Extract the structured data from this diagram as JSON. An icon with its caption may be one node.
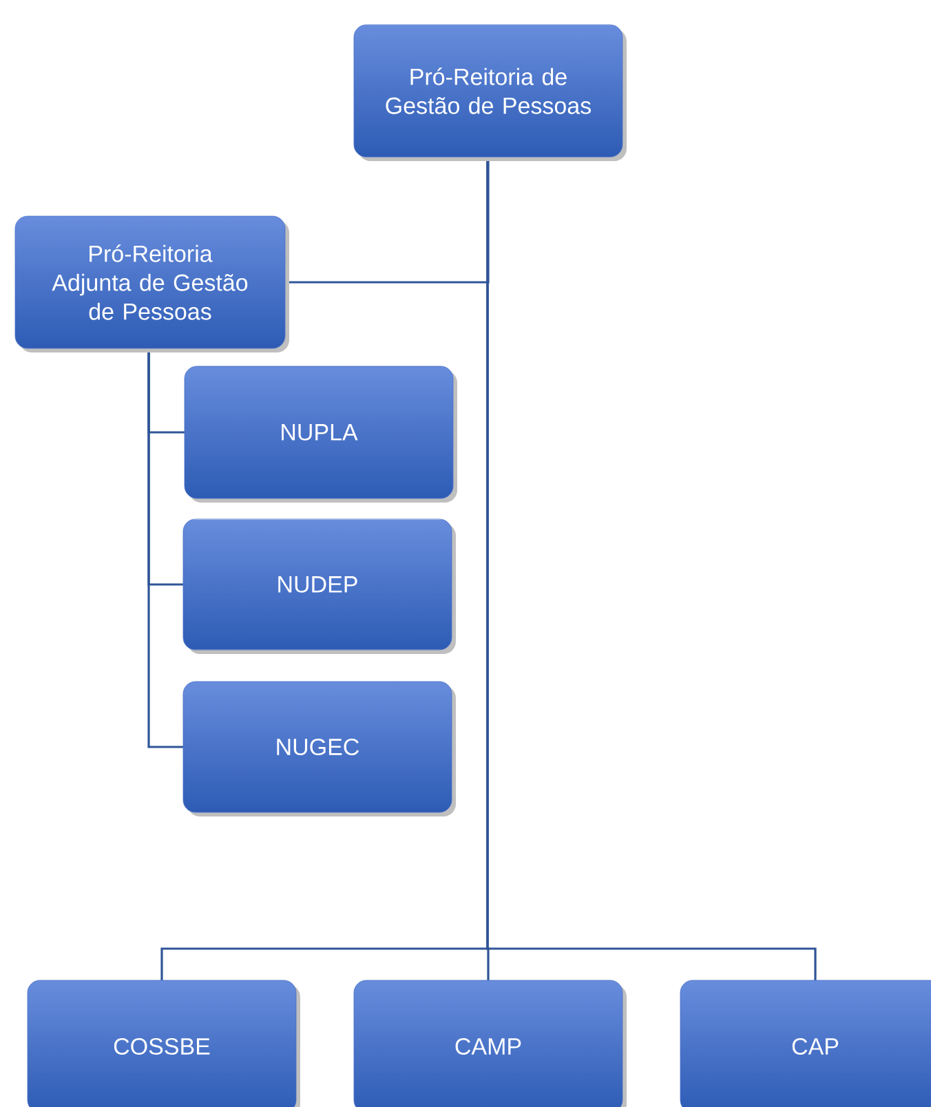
{
  "diagram": {
    "nodes": [
      {
        "text": [
          "Pró-Reitoria de Gestão de Pessoas"
        ]
      },
      {
        "text": [
          "Pró-Reitoria Adjunta de Gestão de Pessoas"
        ]
      },
      {
        "text": [
          "NUPLA"
        ]
      },
      {
        "text": [
          "NUDEP"
        ]
      },
      {
        "text": [
          "NUGEC"
        ]
      },
      {
        "text": [
          "COSSBE"
        ]
      },
      {
        "text": [
          "CAMP"
        ]
      },
      {
        "text": [
          "CAP"
        ]
      }
    ],
    "edges": [
      {
        "from": 0,
        "to": 1,
        "arrow": "none"
      },
      {
        "from": 1,
        "to": 2,
        "arrow": "none"
      },
      {
        "from": 1,
        "to": 3,
        "arrow": "none"
      },
      {
        "from": 1,
        "to": 4,
        "arrow": "none"
      },
      {
        "from": 0,
        "to": 5,
        "arrow": "none"
      },
      {
        "from": 0,
        "to": 6,
        "arrow": "none"
      },
      {
        "from": 0,
        "to": 7,
        "arrow": "none"
      }
    ]
  }
}
